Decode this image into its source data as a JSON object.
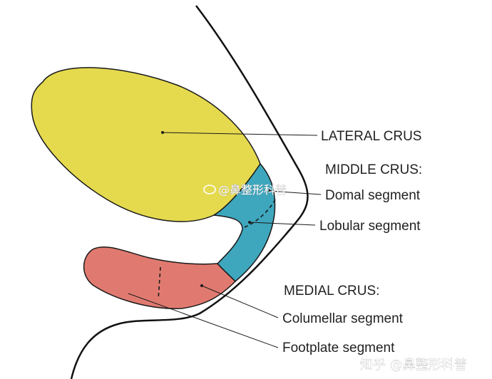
{
  "labels": {
    "lateral_crus": "LATERAL CRUS",
    "middle_crus": "MIDDLE CRUS:",
    "domal_segment": "Domal segment",
    "lobular_segment": "Lobular segment",
    "medial_crus": "MEDIAL CRUS:",
    "columellar_segment": "Columellar segment",
    "footplate_segment": "Footplate segment"
  },
  "watermarks": {
    "center": "@鼻整形科普",
    "bottom": "知乎 @鼻整形科普"
  },
  "colors": {
    "lateral_crus": "#E5DA4E",
    "middle_crus": "#3EA7BE",
    "medial_crus": "#E07A70",
    "outline": "#1a1a1a",
    "skin_line": "#111111"
  }
}
